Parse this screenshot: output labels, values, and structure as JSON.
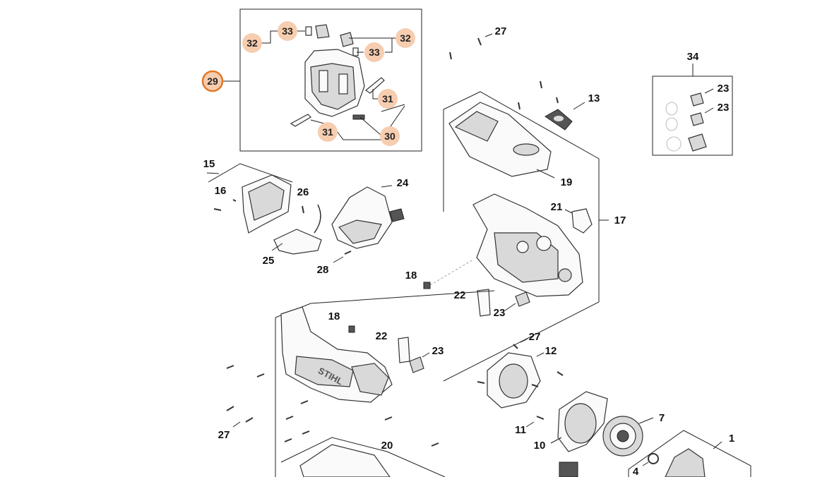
{
  "labels": {
    "p1": "1",
    "p4": "4",
    "p7": "7",
    "p10": "10",
    "p11": "11",
    "p12": "12",
    "p13": "13",
    "p15": "15",
    "p16": "16",
    "p17": "17",
    "p18a": "18",
    "p18b": "18",
    "p19": "19",
    "p20": "20",
    "p21": "21",
    "p22a": "22",
    "p22b": "22",
    "p23a": "23",
    "p23b": "23",
    "p23c": "23",
    "p23d": "23",
    "p24": "24",
    "p25": "25",
    "p26": "26",
    "p27a": "27",
    "p27b": "27",
    "p27c": "27",
    "p28": "28",
    "p34": "34"
  },
  "bubbles": {
    "b29": "29",
    "b32a": "32",
    "b33a": "33",
    "b32b": "32",
    "b33b": "33",
    "b31a": "31",
    "b31b": "31",
    "b30": "30"
  },
  "brand_text": "STIHL",
  "colors": {
    "bubble_fill": "#f7cdb0",
    "selected_ring": "#e07828"
  }
}
